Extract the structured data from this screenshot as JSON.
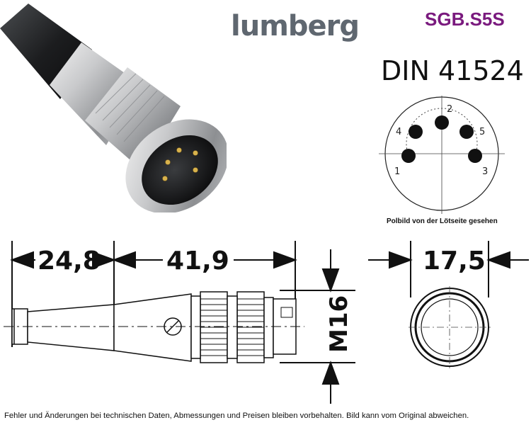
{
  "header": {
    "brand": "lumberg",
    "part_number": "SGB.S5S",
    "standard": "DIN 41524"
  },
  "pin_diagram": {
    "pins": [
      "1",
      "2",
      "3",
      "4",
      "5"
    ],
    "caption": "Polbild von der Lötseite gesehen"
  },
  "dimensions": {
    "length_cable": "24,8",
    "length_body": "41,9",
    "thread": "M16",
    "diameter": "17,5"
  },
  "footer": {
    "disclaimer": "Fehler und Änderungen bei technischen Daten, Abmessungen und Preisen bleiben vorbehalten. Bild kann vom Original abweichen."
  },
  "colors": {
    "brand": "#5f6770",
    "part_number": "#7a1a7e",
    "line": "#111111"
  }
}
